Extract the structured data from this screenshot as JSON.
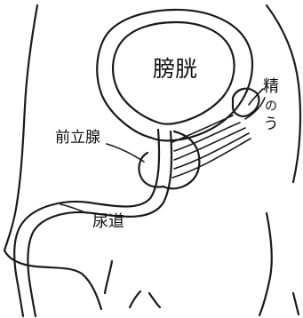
{
  "diagram": {
    "labels": {
      "bladder": "膀胱",
      "prostate": "前立腺",
      "seminal_vesicle_line1": "精",
      "seminal_vesicle_line2": "の",
      "seminal_vesicle_line3": "う",
      "urethra": "尿道"
    },
    "ink_color": "#1a1a1a",
    "background_color": "#ffffff"
  }
}
